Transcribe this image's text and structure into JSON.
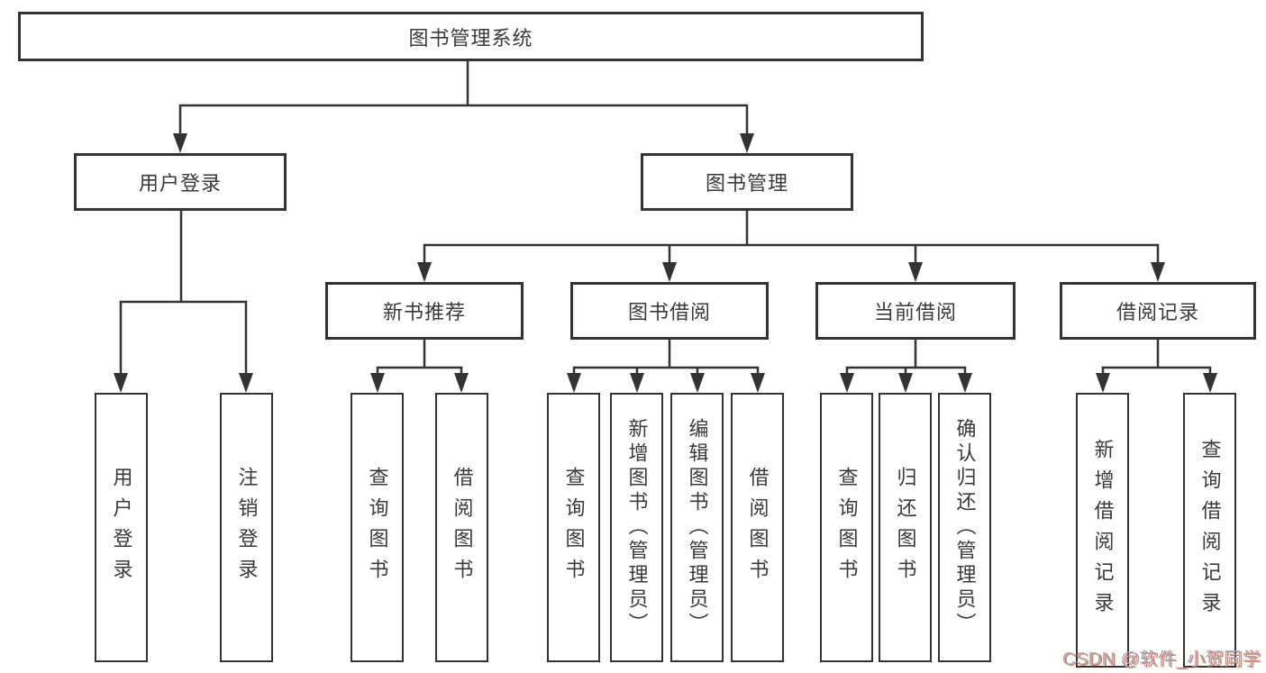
{
  "diagram": {
    "root": "图书管理系统",
    "user_login": {
      "label": "用户登录",
      "children": [
        "用户登录",
        "注销登录"
      ]
    },
    "book_management": {
      "label": "图书管理",
      "children": {
        "new_book_recommend": {
          "label": "新书推荐",
          "children": [
            "查询图书",
            "借阅图书"
          ]
        },
        "book_borrow": {
          "label": "图书借阅",
          "children": [
            "查询图书",
            "新增图书（管理员）",
            "编辑图书（管理员）",
            "借阅图书"
          ]
        },
        "current_borrow": {
          "label": "当前借阅",
          "children": [
            "查询图书",
            "归还图书",
            "确认归还（管理员）"
          ]
        },
        "borrow_record": {
          "label": "借阅记录",
          "children": [
            "新增借阅记录",
            "查询借阅记录"
          ]
        }
      }
    }
  },
  "watermark": "CSDN @软件_小贺同学",
  "colors": {
    "line": "#333333",
    "text": "#3a3a3a",
    "background": "#ffffff",
    "watermark_gray": "#a9a9a9",
    "watermark_red": "#d85046"
  }
}
